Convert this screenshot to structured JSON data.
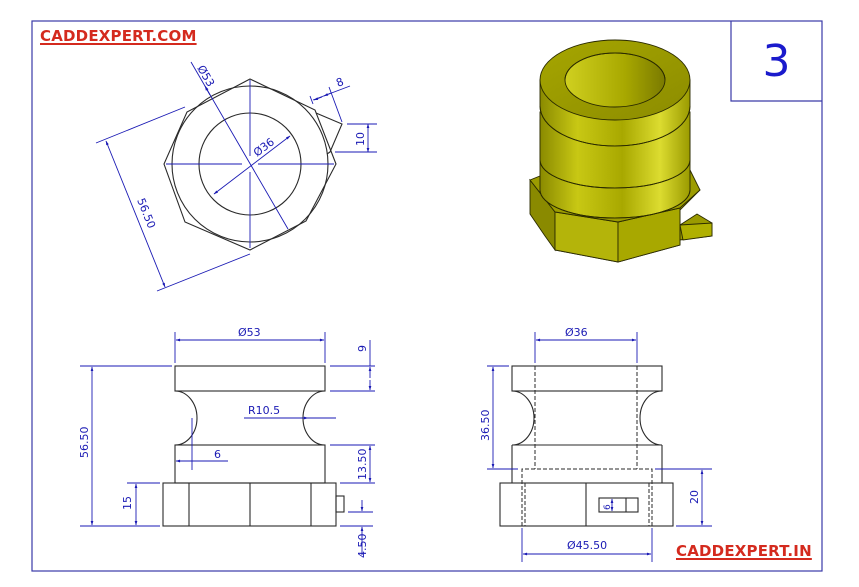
{
  "sheet": {
    "number": "3",
    "border_color": "#3a3aa8",
    "dimension_color": "#1a1ab4",
    "outline_color": "#2a2a2a",
    "brand_color": "#d42a1e"
  },
  "branding": {
    "top_left": "CADDEXPERT.COM",
    "bottom_right": "CADDEXPERT.IN"
  },
  "views": {
    "top_view": {
      "label": "top-view",
      "dimensions": {
        "outer_diameter": "Ø53",
        "inner_diameter": "Ø36",
        "across_flats": "56.50",
        "tab_width": "8",
        "tab_height": "10"
      }
    },
    "isometric_view": {
      "label": "isometric-view",
      "colors": {
        "face": "#b4b40a",
        "dark": "#7f7f00",
        "light": "#dcdc28",
        "edge": "#2a2a00"
      }
    },
    "front_view": {
      "label": "front-view",
      "dimensions": {
        "flange_diameter": "Ø53",
        "flange_height": "9",
        "groove_radius": "R10.5",
        "groove_depth": "6",
        "overall_height": "56.50",
        "lower_band_height": "13.50",
        "hex_height": "15",
        "tab_offset": "4.50"
      }
    },
    "side_view": {
      "label": "side-view",
      "dimensions": {
        "bore_diameter": "Ø36",
        "bore_depth": "36.50",
        "recess_diameter": "Ø45.50",
        "recess_depth": "20",
        "tab_size": "6"
      }
    }
  }
}
